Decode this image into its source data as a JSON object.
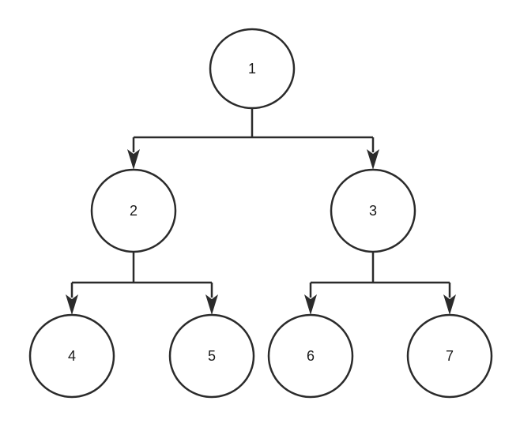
{
  "tree": {
    "nodes": [
      {
        "id": "1",
        "label": "1"
      },
      {
        "id": "2",
        "label": "2"
      },
      {
        "id": "3",
        "label": "3"
      },
      {
        "id": "4",
        "label": "4"
      },
      {
        "id": "5",
        "label": "5"
      },
      {
        "id": "6",
        "label": "6"
      },
      {
        "id": "7",
        "label": "7"
      }
    ],
    "edges": [
      {
        "from": "1",
        "to": "2"
      },
      {
        "from": "1",
        "to": "3"
      },
      {
        "from": "2",
        "to": "4"
      },
      {
        "from": "2",
        "to": "5"
      },
      {
        "from": "3",
        "to": "6"
      },
      {
        "from": "3",
        "to": "7"
      }
    ]
  },
  "colors": {
    "stroke": "#2b2b2b",
    "background": "#ffffff"
  }
}
